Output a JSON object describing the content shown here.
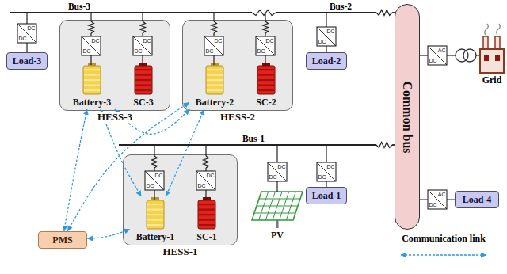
{
  "diagram": {
    "nodes": [
      {
        "text": [
          "Load-3"
        ]
      },
      {
        "text": [
          "HESS-3"
        ]
      },
      {
        "text": [
          "Battery-3"
        ],
        "in": 1
      },
      {
        "text": [
          "SC-3"
        ],
        "in": 1
      },
      {
        "text": [
          "HESS-2"
        ]
      },
      {
        "text": [
          "Battery-2"
        ],
        "in": 4
      },
      {
        "text": [
          "SC-2"
        ],
        "in": 4
      },
      {
        "text": [
          "Load-2"
        ]
      },
      {
        "text": [
          "Common bus"
        ]
      },
      {
        "text": [
          "HESS-1"
        ]
      },
      {
        "text": [
          "Battery-1"
        ],
        "in": 9
      },
      {
        "text": [
          "SC-1"
        ],
        "in": 9
      },
      {
        "text": [
          "Load-1"
        ]
      },
      {
        "text": [
          "Load-4"
        ]
      },
      {
        "text": [
          "PMS"
        ]
      }
    ],
    "edges": [
      {
        "from": 2,
        "to": 14,
        "arrow": "both"
      },
      {
        "from": 2,
        "to": 10,
        "arrow": "both"
      },
      {
        "from": 2,
        "to": 5,
        "arrow": "both"
      },
      {
        "from": 5,
        "to": 14,
        "arrow": "both"
      },
      {
        "from": 5,
        "to": 10,
        "arrow": "both"
      },
      {
        "from": 10,
        "to": 14,
        "arrow": "both"
      },
      {
        "from": 8,
        "to": 13,
        "arrow": "none"
      }
    ],
    "labels": [
      "Bus-3",
      "Bus-2",
      "DC",
      "DC",
      "DC",
      "DC",
      "DC",
      "DC",
      "DC",
      "DC",
      "DC",
      "DC",
      "DC",
      "DC",
      "AC",
      "DC",
      "Grid",
      "Bus-1",
      "DC",
      "DC",
      "DC",
      "DC",
      "DC",
      "DC",
      "PV",
      "DC",
      "DC",
      "AC",
      "DC"
    ],
    "legend": [
      {
        "text": "Communication link"
      }
    ]
  }
}
